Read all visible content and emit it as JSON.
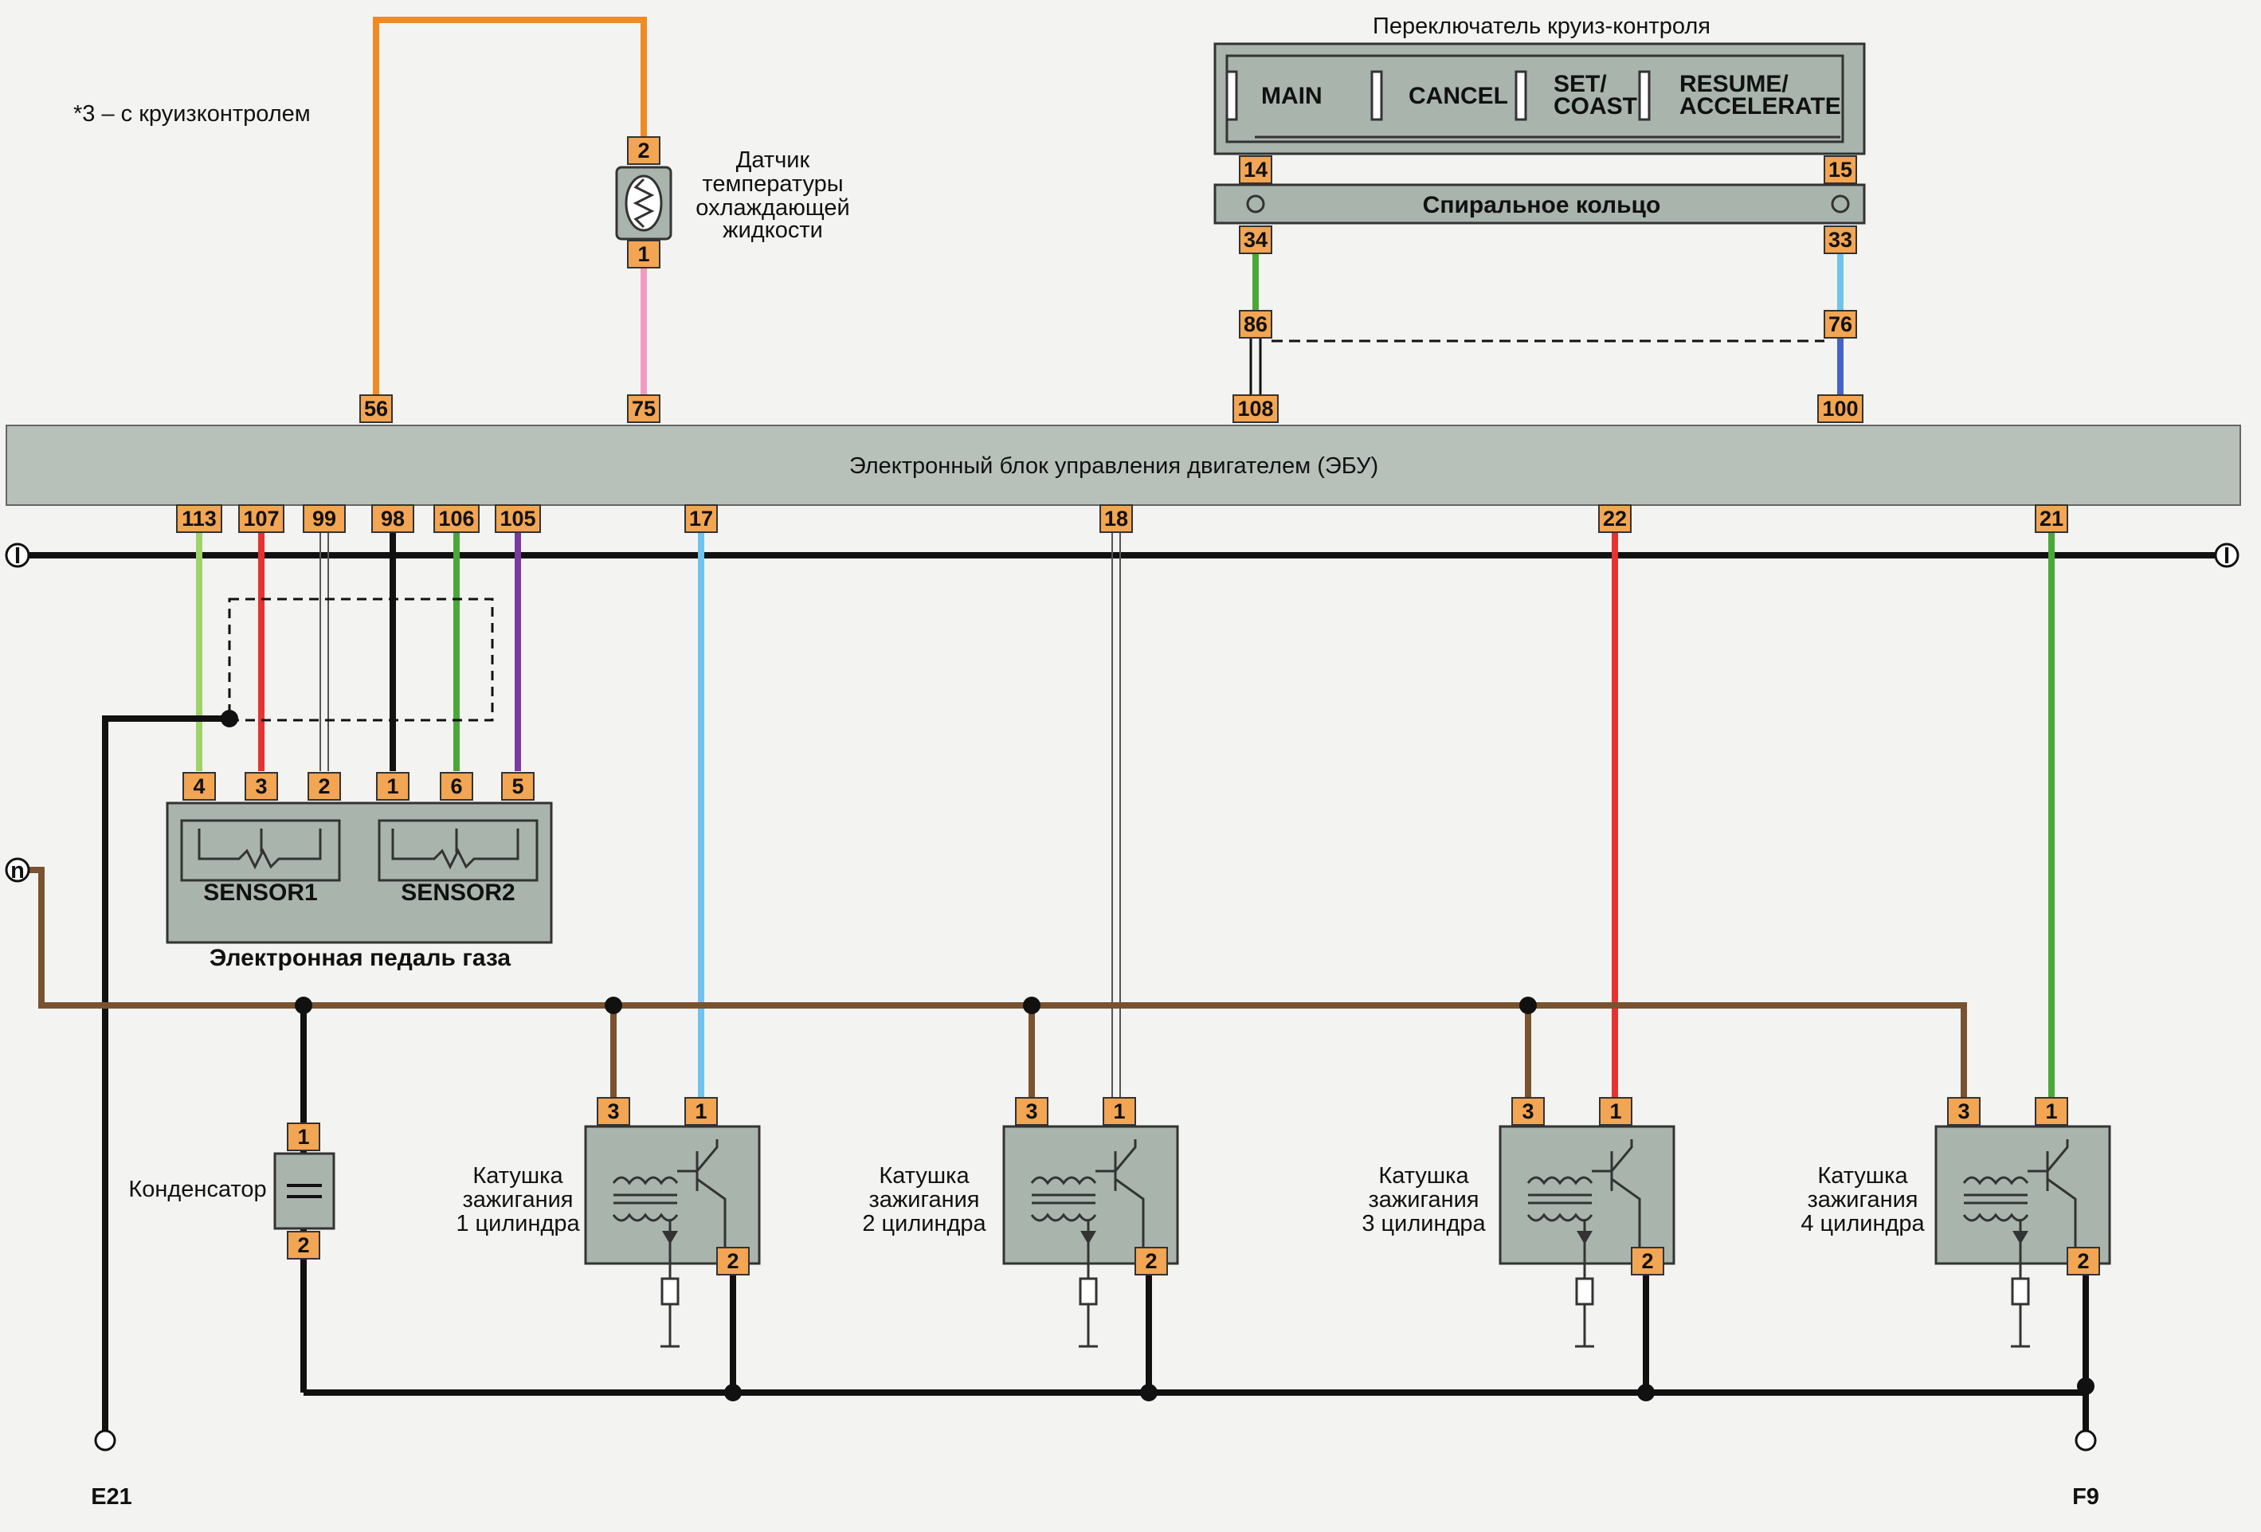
{
  "note": "*3 – с круизконтролем",
  "ecu": {
    "label": "Электронный блок управления двигателем (ЭБУ)",
    "top_pins": [
      "56",
      "75",
      "108",
      "100"
    ],
    "bottom_pins": [
      "113",
      "107",
      "99",
      "98",
      "106",
      "105",
      "17",
      "18",
      "22",
      "21"
    ]
  },
  "coolant_sensor": {
    "label_lines": [
      "Датчик",
      "температуры",
      "охлаждающей",
      "жидкости"
    ],
    "pins": [
      "2",
      "1"
    ]
  },
  "cruise_switch": {
    "title": "Переключатель круиз-контроля",
    "switches": [
      "MAIN",
      "CANCEL",
      "SET/",
      "COAST",
      "RESUME/",
      "ACCELERATE"
    ],
    "pins": [
      "14",
      "15"
    ]
  },
  "spiral_cable": {
    "label": "Спиральное кольцо",
    "pins": [
      "34",
      "33"
    ]
  },
  "connector_pins": [
    "86",
    "76"
  ],
  "pedal": {
    "label": "Электронная педаль газа",
    "sensor1": "SENSOR1",
    "sensor2": "SENSOR2",
    "pins": [
      "4",
      "3",
      "2",
      "1",
      "6",
      "5"
    ]
  },
  "capacitor": {
    "label": "Конденсатор",
    "pins": [
      "1",
      "2"
    ]
  },
  "coils": [
    {
      "line1": "Катушка",
      "line2": "зажигания",
      "line3": "1 цилиндра",
      "pins": [
        "3",
        "1",
        "2"
      ]
    },
    {
      "line1": "Катушка",
      "line2": "зажигания",
      "line3": "2 цилиндра",
      "pins": [
        "3",
        "1",
        "2"
      ]
    },
    {
      "line1": "Катушка",
      "line2": "зажигания",
      "line3": "3 цилиндра",
      "pins": [
        "3",
        "1",
        "2"
      ]
    },
    {
      "line1": "Катушка",
      "line2": "зажигания",
      "line3": "4 цилиндра",
      "pins": [
        "3",
        "1",
        "2"
      ]
    }
  ],
  "terminals": {
    "left_bus": "I",
    "right_bus": "I",
    "n_bus": "n",
    "ground_left": "E21",
    "ground_right": "F9"
  },
  "colors": {
    "orange": "#f08a24",
    "pink": "#f29ac4",
    "green": "#4aa83a",
    "light_green": "#9ed36a",
    "light_blue": "#6fc3ec",
    "blue": "#4462c8",
    "red": "#e63232",
    "white": "#ffffff",
    "black": "#111111",
    "purple": "#7b3aa0",
    "brown": "#7a5230",
    "pin_fill": "#f2a553",
    "component_fill": "#a9b4ad"
  }
}
